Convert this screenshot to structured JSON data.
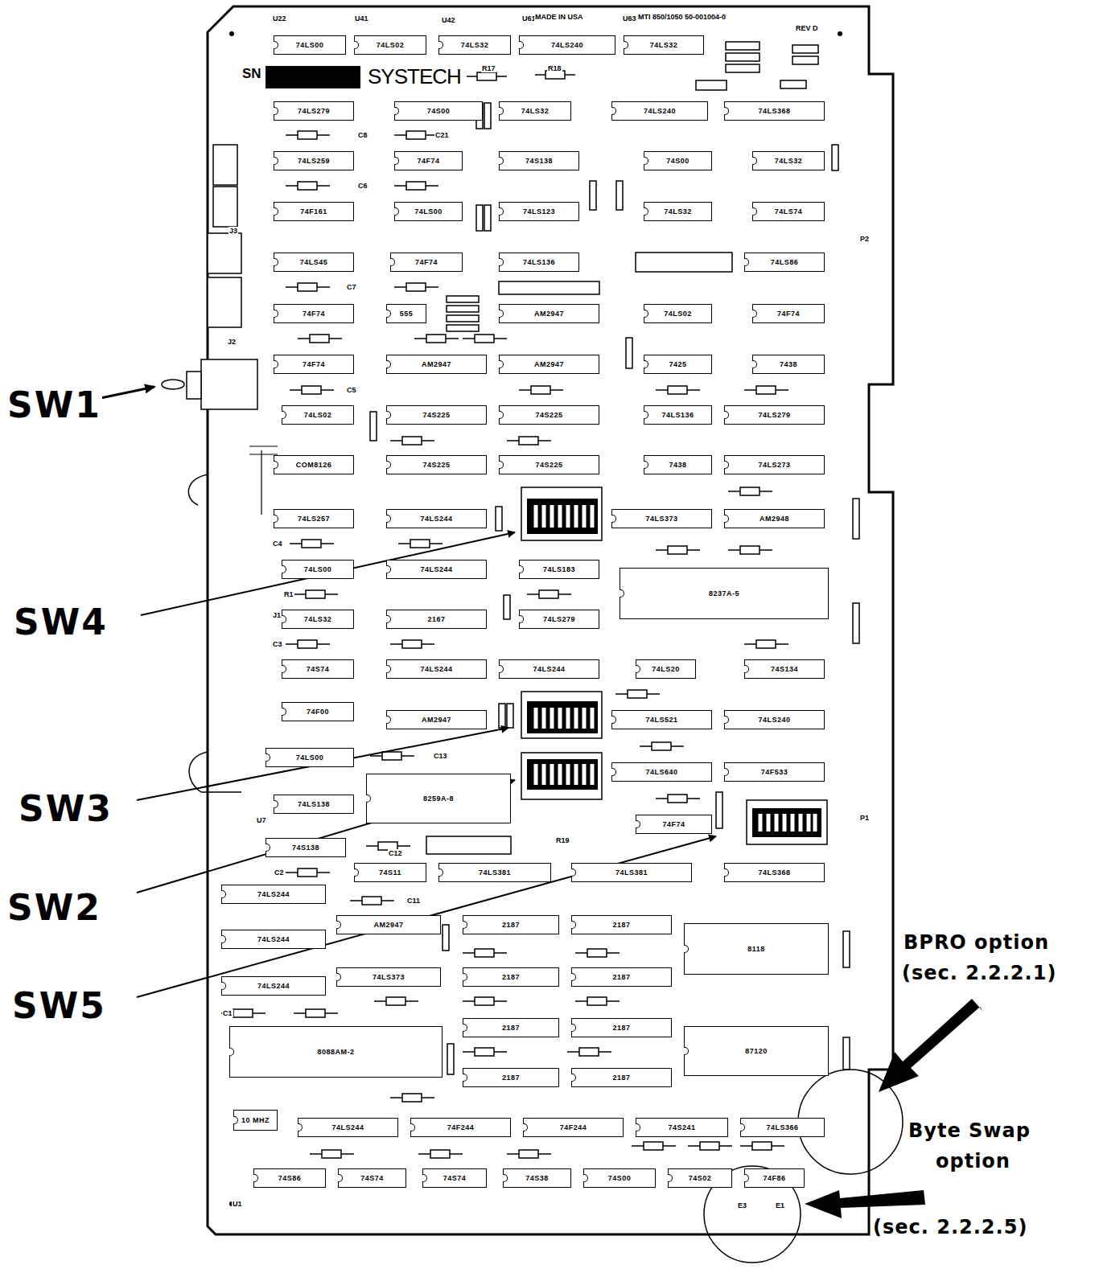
{
  "diagram": {
    "nodes": [
      {
        "text": [
          "74LS00"
        ]
      },
      {
        "text": [
          "74LS02"
        ]
      },
      {
        "text": [
          "74LS32"
        ]
      },
      {
        "text": [
          "74LS240"
        ]
      },
      {
        "text": [
          "74LS32"
        ]
      },
      {
        "text": [
          "74LS279"
        ]
      },
      {
        "text": [
          "74S00"
        ]
      },
      {
        "text": [
          "74LS32"
        ]
      },
      {
        "text": [
          "74LS240"
        ]
      },
      {
        "text": [
          "74LS368"
        ]
      },
      {
        "text": [
          "74LS259"
        ]
      },
      {
        "text": [
          "74F74"
        ]
      },
      {
        "text": [
          "74S138"
        ]
      },
      {
        "text": [
          "74S00"
        ]
      },
      {
        "text": [
          "74LS32"
        ]
      },
      {
        "text": [
          "74F161"
        ]
      },
      {
        "text": [
          "74LS00"
        ]
      },
      {
        "text": [
          "74LS123"
        ]
      },
      {
        "text": [
          "74LS32"
        ]
      },
      {
        "text": [
          "74LS74"
        ]
      },
      {
        "text": [
          "74LS45"
        ]
      },
      {
        "text": [
          "74F74"
        ]
      },
      {
        "text": [
          "74LS136"
        ]
      },
      {
        "text": [
          "74LS86"
        ]
      },
      {
        "text": [
          "74F74"
        ]
      },
      {
        "text": [
          "555"
        ]
      },
      {
        "text": [
          "AM2947"
        ]
      },
      {
        "text": [
          "74LS02"
        ]
      },
      {
        "text": [
          "74F74"
        ]
      },
      {
        "text": [
          "74F74"
        ]
      },
      {
        "text": [
          "AM2947"
        ]
      },
      {
        "text": [
          "AM2947"
        ]
      },
      {
        "text": [
          "7425"
        ]
      },
      {
        "text": [
          "7438"
        ]
      },
      {
        "text": [
          "74LS02"
        ]
      },
      {
        "text": [
          "74S225"
        ]
      },
      {
        "text": [
          "74S225"
        ]
      },
      {
        "text": [
          "74LS136"
        ]
      },
      {
        "text": [
          "74LS279"
        ]
      },
      {
        "text": [
          "COM8126"
        ]
      },
      {
        "text": [
          "74S225"
        ]
      },
      {
        "text": [
          "74S225"
        ]
      },
      {
        "text": [
          "7438"
        ]
      },
      {
        "text": [
          "74LS273"
        ]
      },
      {
        "text": [
          "74LS257"
        ]
      },
      {
        "text": [
          "74LS244"
        ]
      },
      {
        "text": [
          "74LS373"
        ]
      },
      {
        "text": [
          "AM2948"
        ]
      },
      {
        "text": [
          "74LS00"
        ]
      },
      {
        "text": [
          "74LS244"
        ]
      },
      {
        "text": [
          "74LS183"
        ]
      },
      {
        "text": [
          "8237A-5"
        ]
      },
      {
        "text": [
          "74LS32"
        ]
      },
      {
        "text": [
          "2167"
        ]
      },
      {
        "text": [
          "74LS279"
        ]
      },
      {
        "text": [
          "74S74"
        ]
      },
      {
        "text": [
          "74LS244"
        ]
      },
      {
        "text": [
          "74LS244"
        ]
      },
      {
        "text": [
          "74LS20"
        ]
      },
      {
        "text": [
          "74S134"
        ]
      },
      {
        "text": [
          "74F00"
        ]
      },
      {
        "text": [
          "AM2947"
        ]
      },
      {
        "text": [
          "74LS521"
        ]
      },
      {
        "text": [
          "74LS240"
        ]
      },
      {
        "text": [
          "74LS00"
        ]
      },
      {
        "text": [
          "8259A-8"
        ]
      },
      {
        "text": [
          "74LS640"
        ]
      },
      {
        "text": [
          "74F533"
        ]
      },
      {
        "text": [
          "74LS138"
        ]
      },
      {
        "text": [
          "74F74"
        ]
      },
      {
        "text": [
          "74S138"
        ]
      },
      {
        "text": [
          "74S11"
        ]
      },
      {
        "text": [
          "74LS381"
        ]
      },
      {
        "text": [
          "74LS381"
        ]
      },
      {
        "text": [
          "74LS368"
        ]
      },
      {
        "text": [
          "74LS244"
        ]
      },
      {
        "text": [
          "AM2947"
        ]
      },
      {
        "text": [
          "2187"
        ]
      },
      {
        "text": [
          "2187"
        ]
      },
      {
        "text": [
          "8118"
        ]
      },
      {
        "text": [
          "74LS244"
        ]
      },
      {
        "text": [
          "74LS373"
        ]
      },
      {
        "text": [
          "2187"
        ]
      },
      {
        "text": [
          "2187"
        ]
      },
      {
        "text": [
          "74LS244"
        ]
      },
      {
        "text": [
          "8088AM-2"
        ]
      },
      {
        "text": [
          "2187"
        ]
      },
      {
        "text": [
          "2187"
        ]
      },
      {
        "text": [
          "87120"
        ]
      },
      {
        "text": [
          "2187"
        ]
      },
      {
        "text": [
          "2187"
        ]
      },
      {
        "text": [
          "10 MHZ"
        ]
      },
      {
        "text": [
          "74LS244"
        ]
      },
      {
        "text": [
          "74F244"
        ]
      },
      {
        "text": [
          "74F244"
        ]
      },
      {
        "text": [
          "74S241"
        ]
      },
      {
        "text": [
          "74LS366"
        ]
      },
      {
        "text": [
          "74S86"
        ]
      },
      {
        "text": [
          "74S74"
        ]
      },
      {
        "text": [
          "74S74"
        ]
      },
      {
        "text": [
          "74S38"
        ]
      },
      {
        "text": [
          "74S00"
        ]
      },
      {
        "text": [
          "74S02"
        ]
      },
      {
        "text": [
          "74F86"
        ]
      }
    ],
    "labels": [
      "SN",
      "SYSTECH",
      "U22",
      "U41",
      "U42",
      "U61",
      "MADE IN USA",
      "U63",
      "MTI 850/1050 50-001004-0",
      "REV D",
      "SW1",
      "SW4",
      "SW3",
      "SW2",
      "SW5",
      "BPRO option",
      "(sec. 2.2.2.1)",
      "Byte Swap",
      "option",
      "(sec. 2.2.2.5)",
      "J1",
      "J2",
      "J3",
      "P1",
      "P2",
      "R17",
      "R18",
      "C8",
      "C21",
      "C6",
      "C7",
      "C5",
      "C4",
      "R1",
      "C3",
      "C13",
      "C12",
      "C2",
      "C11",
      "C1",
      "R19",
      "U1",
      "E3",
      "E1",
      "U7"
    ]
  }
}
